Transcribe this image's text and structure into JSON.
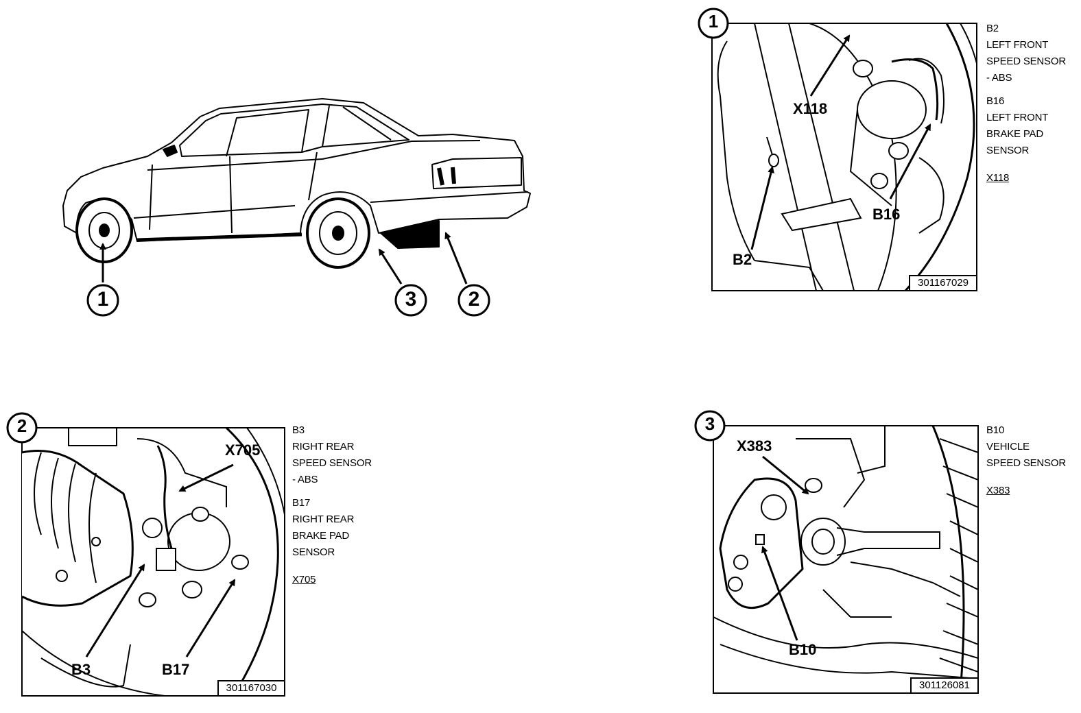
{
  "overview": {
    "callouts": [
      {
        "number": "1"
      },
      {
        "number": "3"
      },
      {
        "number": "2"
      }
    ]
  },
  "panels": [
    {
      "number": "1",
      "figure_code": "301167029",
      "labels": [
        "X118",
        "B16",
        "B2"
      ],
      "legend": [
        {
          "code": "B2",
          "lines": [
            "LEFT FRONT",
            "SPEED SENSOR",
            "- ABS"
          ]
        },
        {
          "code": "B16",
          "lines": [
            "LEFT FRONT",
            "BRAKE PAD",
            "SENSOR"
          ]
        }
      ],
      "connector": "X118"
    },
    {
      "number": "2",
      "figure_code": "301167030",
      "labels": [
        "X705",
        "B3",
        "B17"
      ],
      "legend": [
        {
          "code": "B3",
          "lines": [
            "RIGHT REAR",
            "SPEED SENSOR",
            "- ABS"
          ]
        },
        {
          "code": "B17",
          "lines": [
            "RIGHT REAR",
            "BRAKE PAD",
            "SENSOR"
          ]
        }
      ],
      "connector": "X705"
    },
    {
      "number": "3",
      "figure_code": "301126081",
      "labels": [
        "X383",
        "B10"
      ],
      "legend": [
        {
          "code": "B10",
          "lines": [
            "VEHICLE",
            "SPEED SENSOR"
          ]
        }
      ],
      "connector": "X383"
    }
  ]
}
